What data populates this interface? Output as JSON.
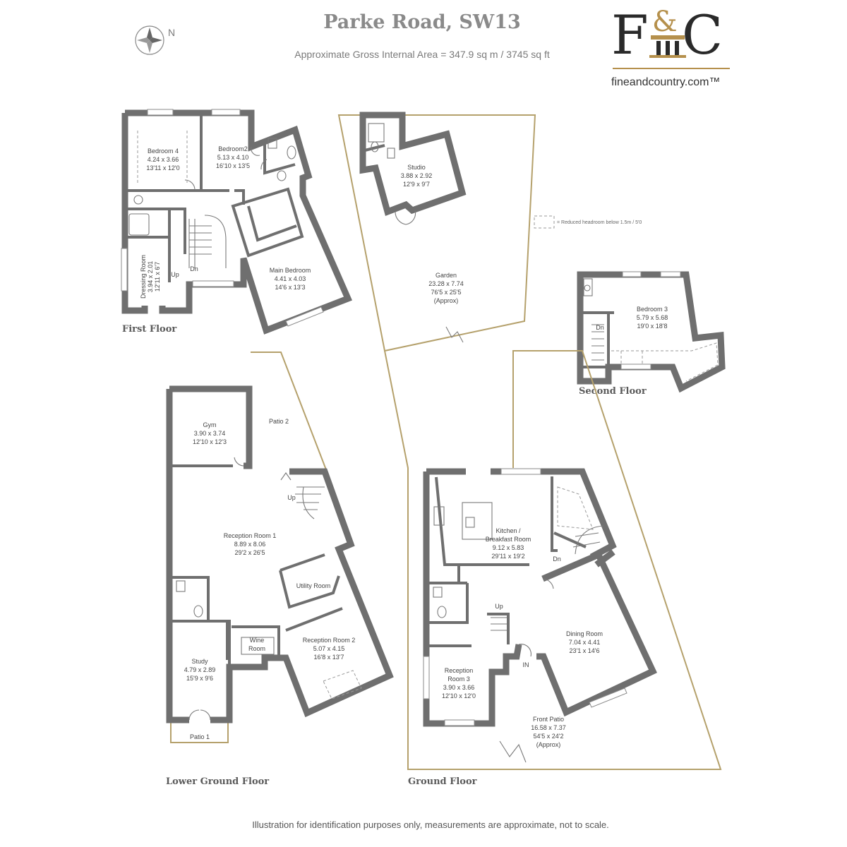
{
  "header": {
    "title": "Parke Road, SW13",
    "subtitle": "Approximate Gross Internal Area = 347.9 sq m / 3745 sq ft"
  },
  "compass": {
    "north_label": "N"
  },
  "logo": {
    "left": "F",
    "amp": "&",
    "right": "C",
    "url": "fineandcountry.com™"
  },
  "legend": {
    "reduced_headroom": "= Reduced headroom below 1.5m / 5'0"
  },
  "floors": {
    "first": "First Floor",
    "second": "Second Floor",
    "lower_ground": "Lower Ground Floor",
    "ground": "Ground Floor"
  },
  "rooms": {
    "bedroom4": {
      "name": "Bedroom 4",
      "metric": "4.24 x 3.66",
      "imperial": "13'11 x 12'0"
    },
    "bedroom2": {
      "name": "Bedroom2",
      "metric": "5.13 x 4.10",
      "imperial": "16'10 x 13'5"
    },
    "dressing": {
      "name": "Dressing Room",
      "metric": "3.94 x 2.01",
      "imperial": "12'11 x 6'7"
    },
    "main_bedroom": {
      "name": "Main Bedroom",
      "metric": "4.41 x 4.03",
      "imperial": "14'6 x 13'3"
    },
    "studio": {
      "name": "Studio",
      "metric": "3.88 x 2.92",
      "imperial": "12'9 x 9'7"
    },
    "garden": {
      "name": "Garden",
      "metric": "23.28 x 7.74",
      "imperial": "76'5 x 25'5",
      "note": "(Approx)"
    },
    "bedroom3": {
      "name": "Bedroom 3",
      "metric": "5.79 x 5.68",
      "imperial": "19'0 x 18'8"
    },
    "gym": {
      "name": "Gym",
      "metric": "3.90 x 3.74",
      "imperial": "12'10 x 12'3"
    },
    "patio2": {
      "name": "Patio 2"
    },
    "reception1": {
      "name": "Reception Room 1",
      "metric": "8.89 x 8.06",
      "imperial": "29'2 x 26'5"
    },
    "utility": {
      "name": "Utility Room"
    },
    "wine_line1": "Wine",
    "wine_line2": "Room",
    "reception2": {
      "name": "Reception Room 2",
      "metric": "5.07 x 4.15",
      "imperial": "16'8 x 13'7"
    },
    "study": {
      "name": "Study",
      "metric": "4.79 x 2.89",
      "imperial": "15'9 x 9'6"
    },
    "patio1": {
      "name": "Patio 1"
    },
    "kitchen": {
      "name_line1": "Kitchen  /",
      "name_line2": "Breakfast Room",
      "metric": "9.12 x 5.83",
      "imperial": "29'11 x 19'2"
    },
    "dining": {
      "name": "Dining Room",
      "metric": "7.04 x 4.41",
      "imperial": "23'1 x 14'6"
    },
    "reception3": {
      "name_line1": "Reception",
      "name_line2": "Room 3",
      "metric": "3.90 x 3.66",
      "imperial": "12'10 x 12'0"
    },
    "front_patio": {
      "name": "Front Patio",
      "metric": "16.58 x 7.37",
      "imperial": "54'5 x 24'2",
      "note": "(Approx)"
    }
  },
  "stairs": {
    "up": "Up",
    "dn": "Dn",
    "in": "IN"
  },
  "footer": "Illustration for identification purposes only, measurements are approximate, not to scale."
}
